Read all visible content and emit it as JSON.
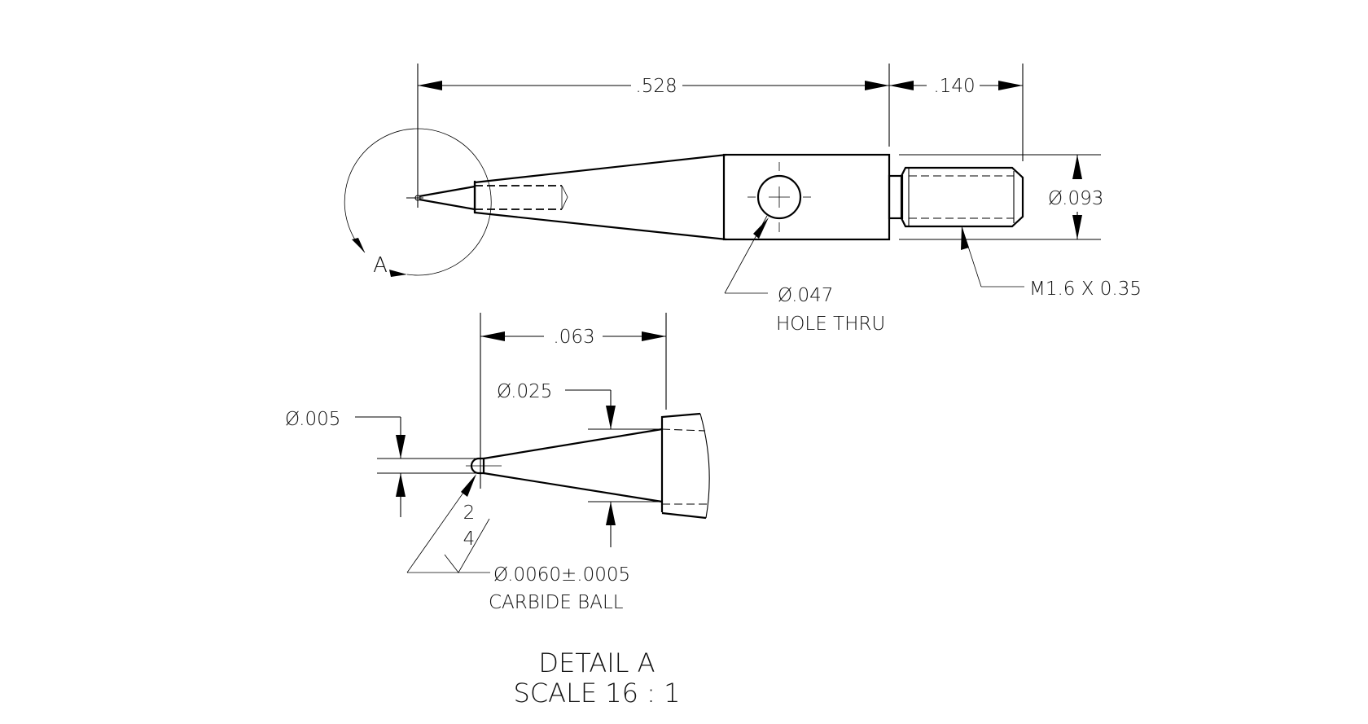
{
  "drawing": {
    "top_view": {
      "dim_overall_length": ".528",
      "dim_thread_length": ".140",
      "dim_thread_diameter": "Ø.093",
      "hole_callout_diameter": "Ø.047",
      "hole_callout_note": "HOLE THRU",
      "thread_callout": "M1.6 X 0.35",
      "detail_marker": "A"
    },
    "detail_view": {
      "dim_tip_to_collar": ".063",
      "dim_cone_base_diameter": "Ø.025",
      "dim_tip_diameter": "Ø.005",
      "surface_finish_top": "2",
      "surface_finish_bottom": "4",
      "ball_callout_diameter": "Ø.0060±.0005",
      "ball_callout_note": "CARBIDE BALL",
      "title": "DETAIL A",
      "scale": "SCALE 16 : 1"
    }
  }
}
